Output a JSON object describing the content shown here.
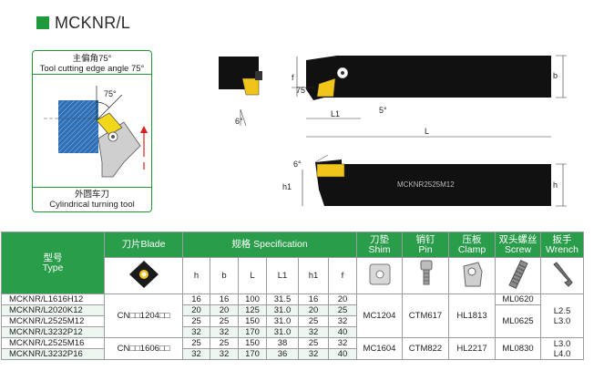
{
  "title": "MCKNR/L",
  "left_panel": {
    "caption_cn": "主偏角75°",
    "caption_en": "Tool cutting edge angle 75°",
    "angle_label": "75°",
    "bottom_cn": "外圆车刀",
    "bottom_en": "Cylindrical turning tool"
  },
  "drawing_labels": {
    "f": "f",
    "angle75": "75°",
    "angle5": "5°",
    "angle6_top": "6°",
    "angle6_side": "6°",
    "L1": "L1",
    "L": "L",
    "b": "b",
    "h": "h",
    "h1": "h1",
    "engraving": "MCKNR2525M12"
  },
  "table": {
    "headers": {
      "type_cn": "型号",
      "type_en": "Type",
      "blade": "刀片Blade",
      "spec": "规格 Specification",
      "shim_cn": "刀垫",
      "shim_en": "Shim",
      "pin_cn": "销钉",
      "pin_en": "Pin",
      "clamp_cn": "压板",
      "clamp_en": "Clamp",
      "screw_cn": "双头螺丝",
      "screw_en": "Screw",
      "wrench_cn": "扳手",
      "wrench_en": "Wrench"
    },
    "dim_headers": [
      "h",
      "b",
      "L",
      "L1",
      "h1",
      "f"
    ],
    "rows": [
      {
        "type": "MCKNR/L1616H12",
        "h": "16",
        "b": "16",
        "L": "100",
        "L1": "31.5",
        "h1": "16",
        "f": "20"
      },
      {
        "type": "MCKNR/L2020K12",
        "h": "20",
        "b": "20",
        "L": "125",
        "L1": "31.0",
        "h1": "20",
        "f": "25"
      },
      {
        "type": "MCKNR/L2525M12",
        "h": "25",
        "b": "25",
        "L": "150",
        "L1": "31.0",
        "h1": "25",
        "f": "32"
      },
      {
        "type": "MCKNR/L3232P12",
        "h": "32",
        "b": "32",
        "L": "170",
        "L1": "31.0",
        "h1": "32",
        "f": "40"
      },
      {
        "type": "MCKNR/L2525M16",
        "h": "25",
        "b": "25",
        "L": "150",
        "L1": "38",
        "h1": "25",
        "f": "32"
      },
      {
        "type": "MCKNR/L3232P16",
        "h": "32",
        "b": "32",
        "L": "170",
        "L1": "36",
        "h1": "32",
        "f": "40"
      }
    ],
    "blade_12": "CN□□1204□□",
    "blade_16": "CN□□1606□□",
    "shim_12": "MC1204",
    "shim_16": "MC1604",
    "pin_12": "CTM617",
    "pin_16": "CTM822",
    "clamp_12": "HL1813",
    "clamp_16": "HL2217",
    "screw_a": "ML0620",
    "screw_b": "ML0625",
    "screw_16": "ML0830",
    "wrench_12": "L2.5 L3.0",
    "wrench_16": "L3.0 L4.0"
  }
}
